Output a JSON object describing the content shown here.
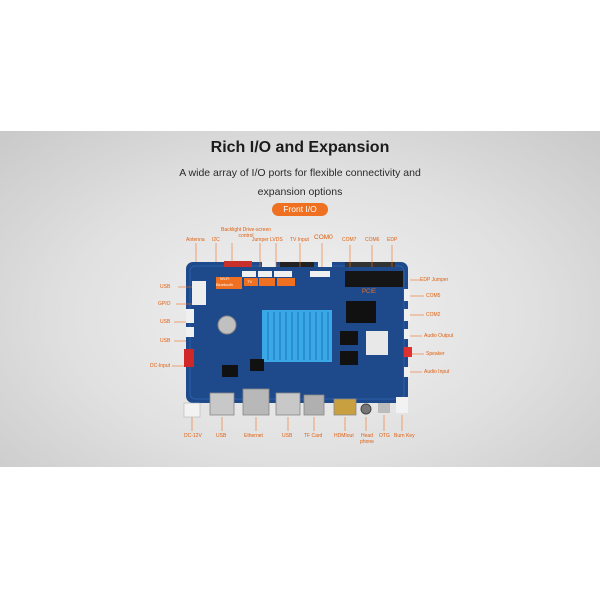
{
  "header": {
    "title": "Rich I/O and Expansion",
    "subtitle_line1": "A wide array of I/O ports for flexible connectivity and",
    "subtitle_line2": "expansion options",
    "badge": "Front I/O"
  },
  "board_labels": {
    "antenna": "Antenna",
    "i2c": "I2C",
    "backlight_control": "Backlight Drive-screen control",
    "jumper": "Jumper",
    "lvds": "LVDS",
    "tv_input": "TV Input",
    "com0": "COM0",
    "com7": "COM7",
    "com6": "COM6",
    "edp": "EDP",
    "usb_left_1": "USB",
    "gpio": "GPIO",
    "usb_left_2": "USB",
    "usb_left_3": "USB",
    "dc_input": "DC-Input",
    "edp_jumper": "EDP Jumper",
    "com5": "COM5",
    "com2": "COM2",
    "audio_output": "Audio Output",
    "speaker": "Speaker",
    "audio_input": "Audio Input",
    "dc_12v": "DC-12V",
    "usb_bottom_1": "USB",
    "ethernet": "Ethernet",
    "usb_bottom_2": "USB",
    "tf_card": "TF Card",
    "hdmi_out": "HDMIout",
    "head_phone": "Head phone",
    "otg": "OTG",
    "burn_key": "Burn Key"
  },
  "board_silkscreen": {
    "wifi": "Wi-Fi",
    "bluetooth": "Bluetooth",
    "pcie": "PCIE",
    "tv": "TV"
  },
  "colors": {
    "accent": "#ee7020",
    "board": "#1e4a8c",
    "heatsink": "#3aa8e6"
  }
}
